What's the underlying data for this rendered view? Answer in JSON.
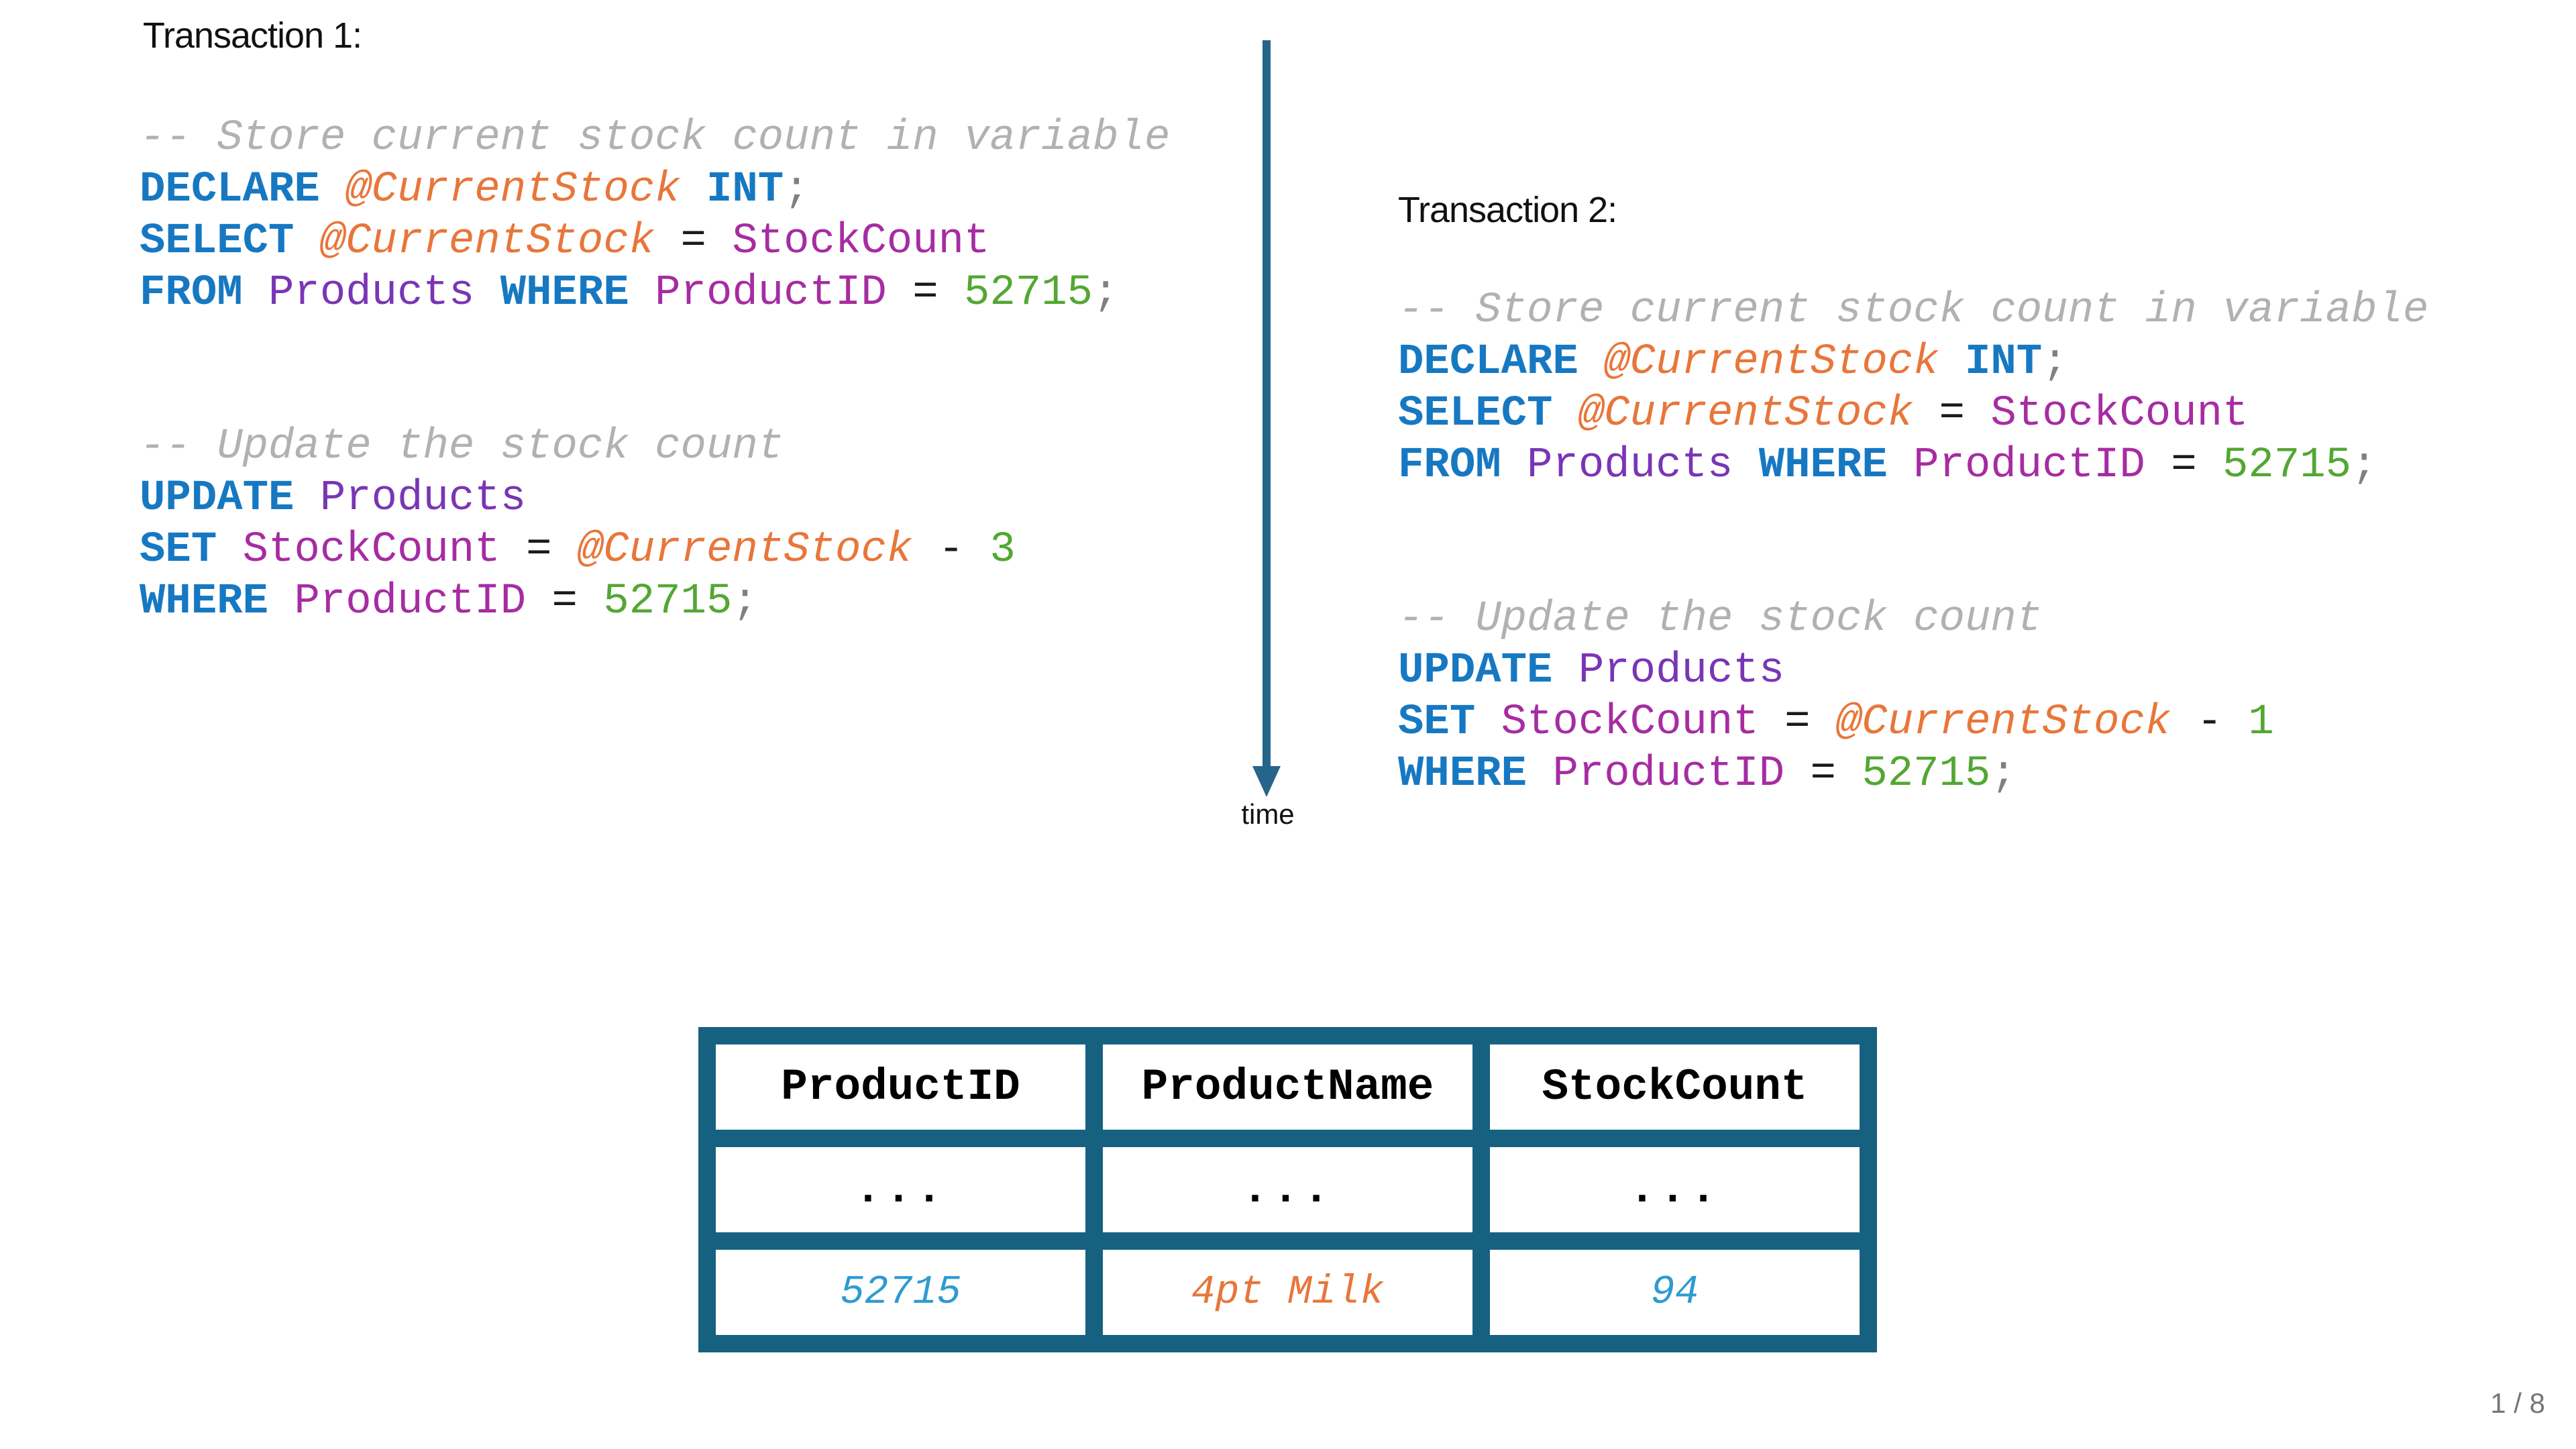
{
  "page": {
    "indicator": "1 / 8"
  },
  "timeline": {
    "label": "time",
    "arrow_color": "#25658a"
  },
  "colors": {
    "keyword_blue": "#1778c2",
    "variable_orange": "#e8763a",
    "column_magenta": "#a62ca2",
    "table_purple": "#7a35b5",
    "number_green": "#53a733",
    "comment_gray": "#b1b1b1",
    "semicolon_gray": "#808080",
    "operator_black": "#1a1a1a",
    "table_border_teal": "#176180",
    "value_blue": "#2e9bd0",
    "page_gray": "#767676"
  },
  "transaction1": {
    "title": "Transaction 1:",
    "blocks": [
      {
        "lines": [
          [
            {
              "t": "-- Store current stock count in variable",
              "c": "comment"
            }
          ],
          [
            {
              "t": "DECLARE ",
              "c": "keyword"
            },
            {
              "t": "@CurrentStock ",
              "c": "variable"
            },
            {
              "t": "INT",
              "c": "keyword"
            },
            {
              "t": ";",
              "c": "punct"
            }
          ],
          [
            {
              "t": "SELECT ",
              "c": "keyword"
            },
            {
              "t": "@CurrentStock ",
              "c": "variable"
            },
            {
              "t": "= ",
              "c": "operator"
            },
            {
              "t": "StockCount",
              "c": "column"
            }
          ],
          [
            {
              "t": "FROM ",
              "c": "keyword"
            },
            {
              "t": "Products ",
              "c": "table"
            },
            {
              "t": "WHERE ",
              "c": "keyword"
            },
            {
              "t": "ProductID ",
              "c": "column"
            },
            {
              "t": "= ",
              "c": "operator"
            },
            {
              "t": "52715",
              "c": "number"
            },
            {
              "t": ";",
              "c": "punct"
            }
          ]
        ]
      },
      {
        "lines": [
          [
            {
              "t": "-- Update the stock count",
              "c": "comment"
            }
          ],
          [
            {
              "t": "UPDATE ",
              "c": "keyword"
            },
            {
              "t": "Products",
              "c": "table"
            }
          ],
          [
            {
              "t": "SET ",
              "c": "keyword"
            },
            {
              "t": "StockCount ",
              "c": "column"
            },
            {
              "t": "= ",
              "c": "operator"
            },
            {
              "t": "@CurrentStock ",
              "c": "variable"
            },
            {
              "t": "- ",
              "c": "operator"
            },
            {
              "t": "3",
              "c": "number"
            }
          ],
          [
            {
              "t": "WHERE ",
              "c": "keyword"
            },
            {
              "t": "ProductID ",
              "c": "column"
            },
            {
              "t": "= ",
              "c": "operator"
            },
            {
              "t": "52715",
              "c": "number"
            },
            {
              "t": ";",
              "c": "punct"
            }
          ]
        ]
      }
    ]
  },
  "transaction2": {
    "title": "Transaction 2:",
    "blocks": [
      {
        "lines": [
          [
            {
              "t": "-- Store current stock count in variable",
              "c": "comment"
            }
          ],
          [
            {
              "t": "DECLARE ",
              "c": "keyword"
            },
            {
              "t": "@CurrentStock ",
              "c": "variable"
            },
            {
              "t": "INT",
              "c": "keyword"
            },
            {
              "t": ";",
              "c": "punct"
            }
          ],
          [
            {
              "t": "SELECT ",
              "c": "keyword"
            },
            {
              "t": "@CurrentStock ",
              "c": "variable"
            },
            {
              "t": "= ",
              "c": "operator"
            },
            {
              "t": "StockCount",
              "c": "column"
            }
          ],
          [
            {
              "t": "FROM ",
              "c": "keyword"
            },
            {
              "t": "Products ",
              "c": "table"
            },
            {
              "t": "WHERE ",
              "c": "keyword"
            },
            {
              "t": "ProductID ",
              "c": "column"
            },
            {
              "t": "= ",
              "c": "operator"
            },
            {
              "t": "52715",
              "c": "number"
            },
            {
              "t": ";",
              "c": "punct"
            }
          ]
        ]
      },
      {
        "lines": [
          [
            {
              "t": "-- Update the stock count",
              "c": "comment"
            }
          ],
          [
            {
              "t": "UPDATE ",
              "c": "keyword"
            },
            {
              "t": "Products",
              "c": "table"
            }
          ],
          [
            {
              "t": "SET ",
              "c": "keyword"
            },
            {
              "t": "StockCount ",
              "c": "column"
            },
            {
              "t": "= ",
              "c": "operator"
            },
            {
              "t": "@CurrentStock ",
              "c": "variable"
            },
            {
              "t": "- ",
              "c": "operator"
            },
            {
              "t": "1",
              "c": "number"
            }
          ],
          [
            {
              "t": "WHERE ",
              "c": "keyword"
            },
            {
              "t": "ProductID ",
              "c": "column"
            },
            {
              "t": "= ",
              "c": "operator"
            },
            {
              "t": "52715",
              "c": "number"
            },
            {
              "t": ";",
              "c": "punct"
            }
          ]
        ]
      }
    ]
  },
  "table": {
    "headers": [
      "ProductID",
      "ProductName",
      "StockCount"
    ],
    "rows": [
      [
        "...",
        "...",
        "..."
      ],
      [
        "52715",
        "4pt Milk",
        "94"
      ]
    ]
  }
}
